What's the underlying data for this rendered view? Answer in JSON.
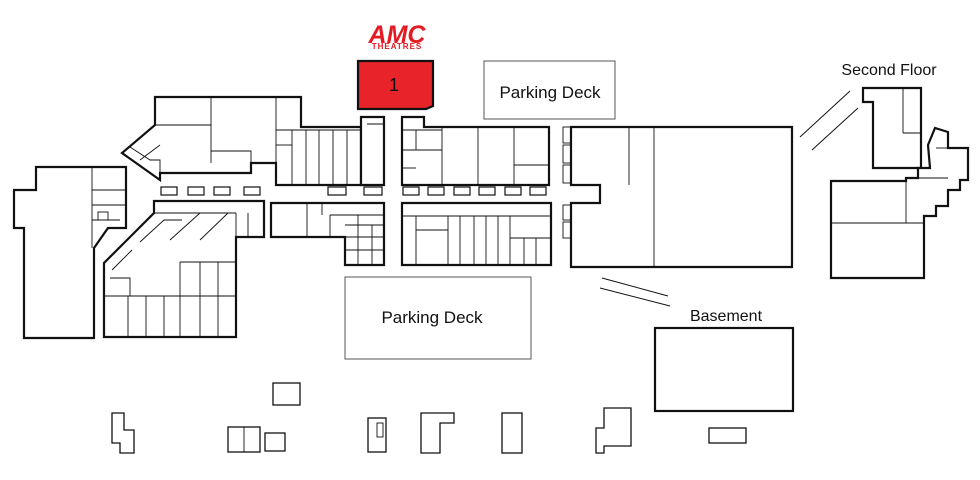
{
  "brand": {
    "logo_text": "AMC",
    "logo_subtext": "THEATRES",
    "color": "#e31b23"
  },
  "highlight": {
    "label": "1",
    "fill": "#e8232a"
  },
  "labels": {
    "parking_top": "Parking Deck",
    "parking_bottom": "Parking Deck",
    "second_floor": "Second Floor",
    "basement": "Basement"
  }
}
